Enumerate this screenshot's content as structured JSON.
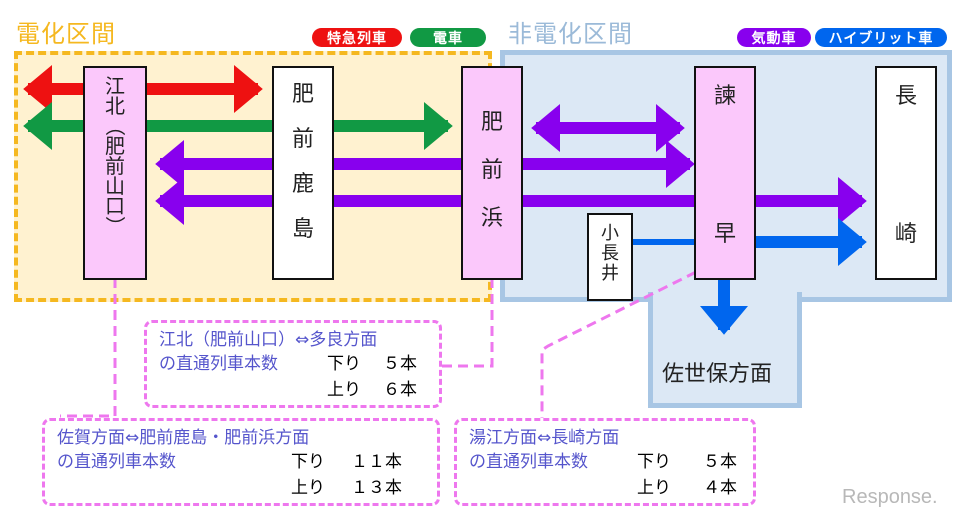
{
  "zones": {
    "electrified": {
      "title": "電化区間",
      "color": "#f5b820",
      "bg": "#fff2d0"
    },
    "non_electrified": {
      "title": "非電化区間",
      "color": "#9bbad8",
      "bg": "#dce8f5"
    }
  },
  "legend": [
    {
      "label": "特急列車",
      "color": "#ee1111"
    },
    {
      "label": "電車",
      "color": "#119944"
    },
    {
      "label": "気動車",
      "color": "#8800ee"
    },
    {
      "label": "ハイブリット車",
      "color": "#0066ee"
    }
  ],
  "stations": {
    "kouhoku": {
      "chars": [
        "江",
        "北",
        "（",
        "肥",
        "前",
        "山",
        "口",
        "）"
      ]
    },
    "hizen_kashima": {
      "chars": [
        "肥",
        "前",
        "鹿",
        "島"
      ]
    },
    "hizen_hama": {
      "chars": [
        "肥",
        "前",
        "浜"
      ]
    },
    "isahaya": {
      "chars": [
        "諫",
        "早"
      ]
    },
    "konagai": {
      "chars": [
        "小",
        "長",
        "井"
      ]
    },
    "nagasaki": {
      "chars": [
        "長",
        "崎"
      ]
    }
  },
  "sasebo_label": "佐世保方面",
  "info_boxes": [
    {
      "title": "江北（肥前山口）⇔多良方面",
      "subtitle": "の直通列車本数",
      "down_label": "下り",
      "down_count": "５本",
      "up_label": "上り",
      "up_count": "６本"
    },
    {
      "title": "佐賀方面⇔肥前鹿島・肥前浜方面",
      "subtitle": "の直通列車本数",
      "down_label": "下り",
      "down_count": "１１本",
      "up_label": "上り",
      "up_count": "１３本"
    },
    {
      "title": "湯江方面⇔長崎方面",
      "subtitle": "の直通列車本数",
      "down_label": "下り",
      "down_count": "５本",
      "up_label": "上り",
      "up_count": "４本"
    }
  ],
  "watermark": "Response."
}
